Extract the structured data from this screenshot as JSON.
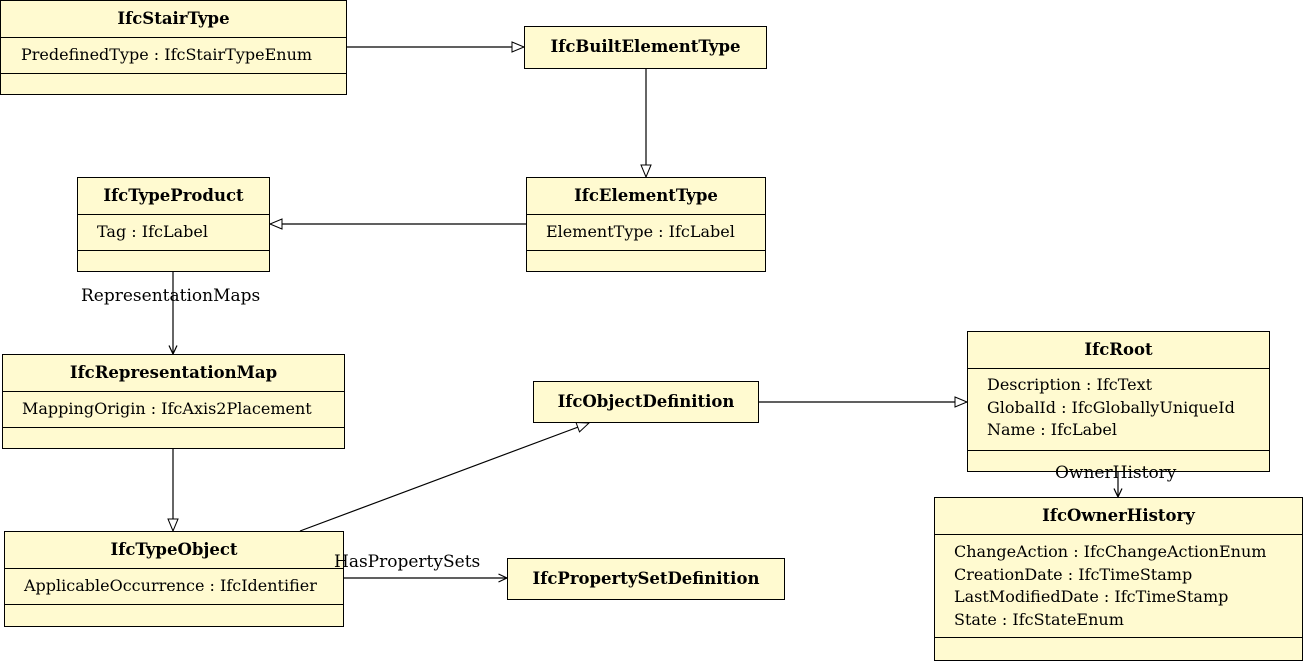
{
  "classes": {
    "stairtype": {
      "name": "IfcStairType",
      "attrs": [
        "PredefinedType : IfcStairTypeEnum"
      ]
    },
    "builtelementtype": {
      "name": "IfcBuiltElementType"
    },
    "typeproduct": {
      "name": "IfcTypeProduct",
      "attrs": [
        "Tag : IfcLabel"
      ]
    },
    "elementtype": {
      "name": "IfcElementType",
      "attrs": [
        "ElementType : IfcLabel"
      ]
    },
    "representationmap": {
      "name": "IfcRepresentationMap",
      "attrs": [
        "MappingOrigin : IfcAxis2Placement"
      ]
    },
    "objectdefinition": {
      "name": "IfcObjectDefinition"
    },
    "root": {
      "name": "IfcRoot",
      "attrs": [
        "Description : IfcText",
        "GlobalId : IfcGloballyUniqueId",
        "Name : IfcLabel"
      ]
    },
    "typeobject": {
      "name": "IfcTypeObject",
      "attrs": [
        "ApplicableOccurrence : IfcIdentifier"
      ]
    },
    "propertysetdefinition": {
      "name": "IfcPropertySetDefinition"
    },
    "ownerhistory": {
      "name": "IfcOwnerHistory",
      "attrs": [
        "ChangeAction : IfcChangeActionEnum",
        "CreationDate : IfcTimeStamp",
        "LastModifiedDate : IfcTimeStamp",
        "State : IfcStateEnum"
      ]
    }
  },
  "associations": {
    "representation_maps": "RepresentationMaps",
    "has_property_sets": "HasPropertySets",
    "owner_history": "OwnerHistory"
  }
}
